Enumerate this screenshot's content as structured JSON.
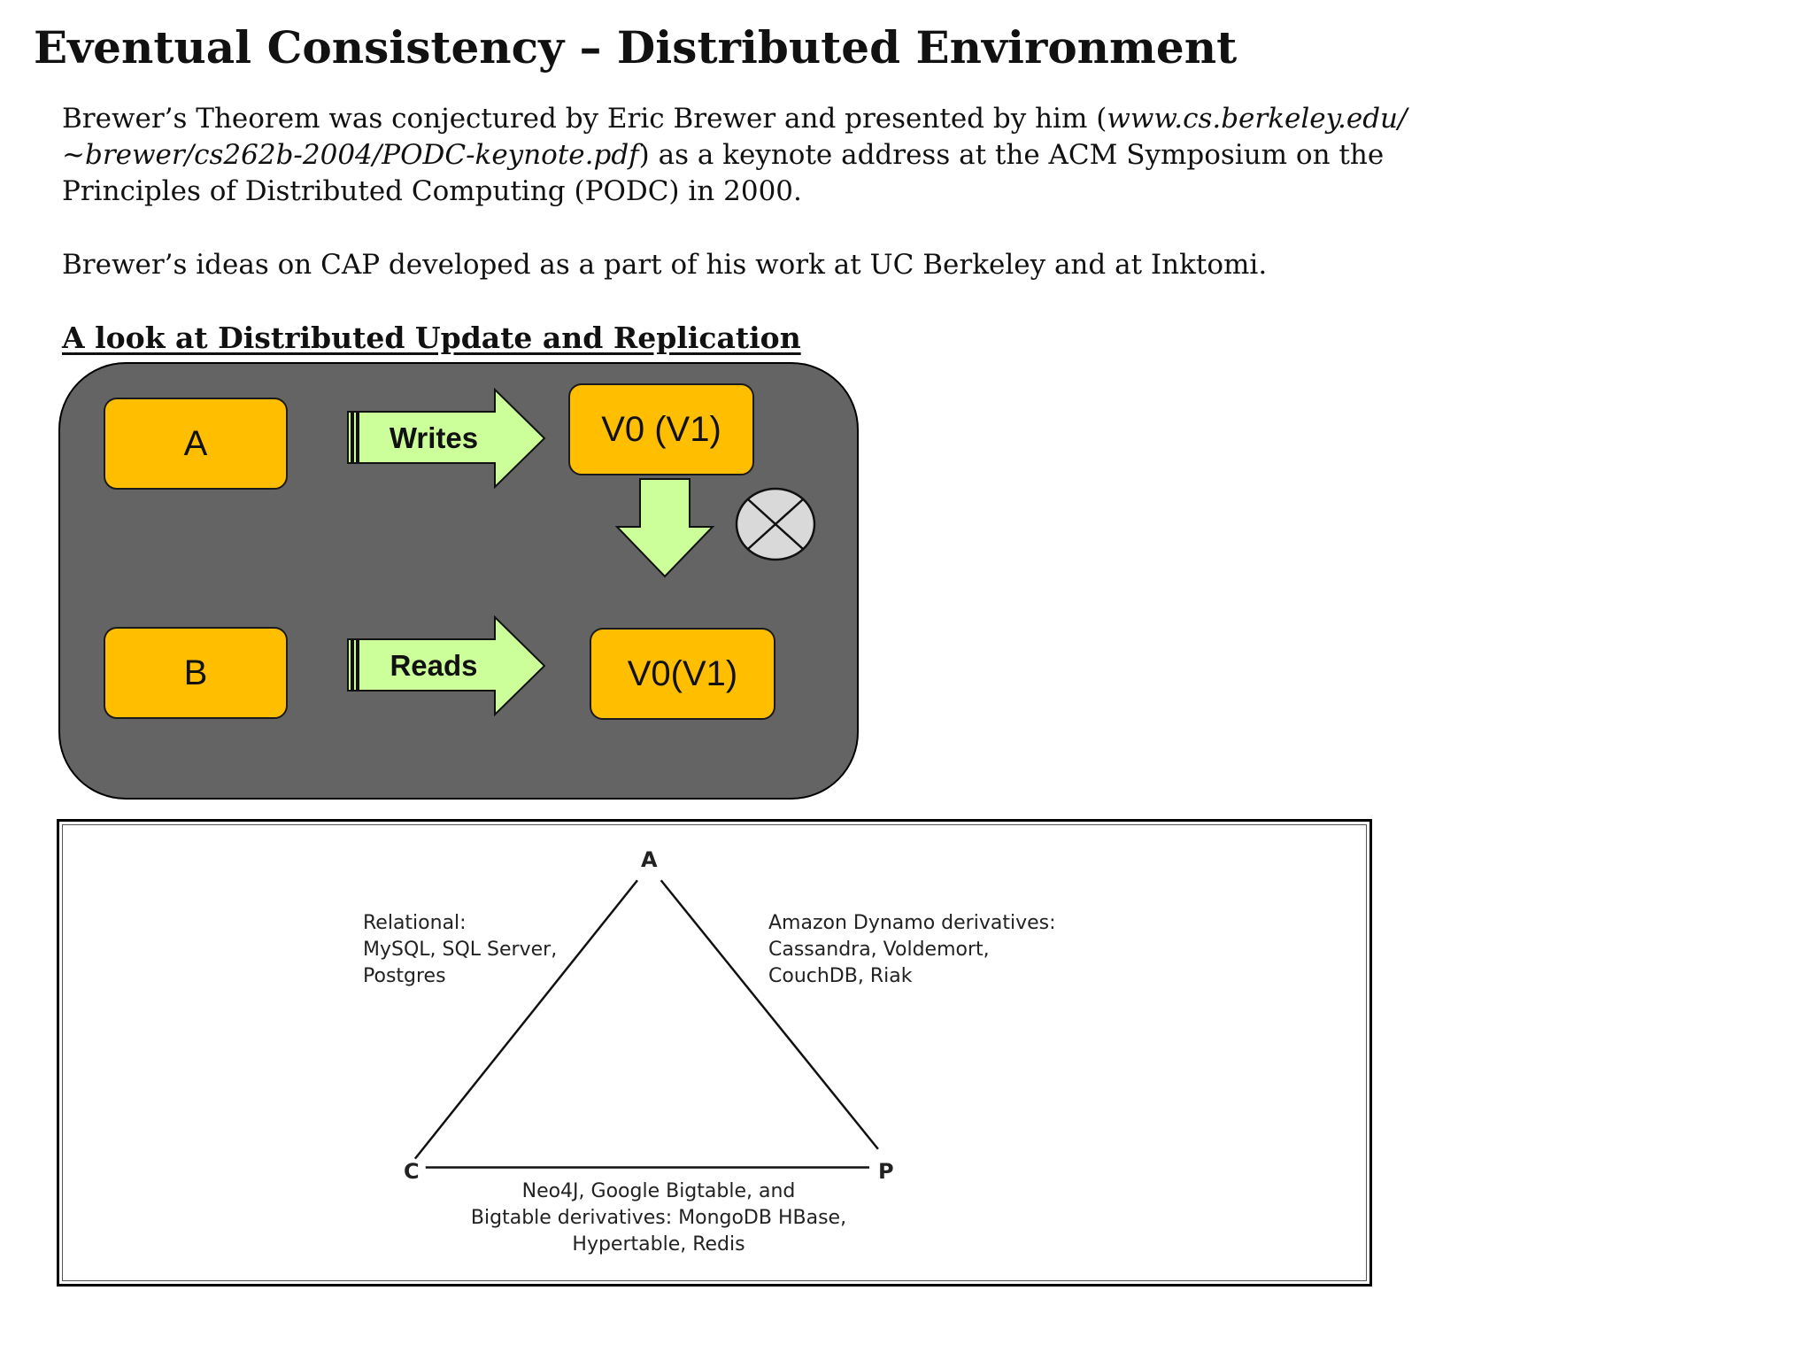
{
  "page": {
    "title": "Eventual Consistency – Distributed Environment",
    "para1": {
      "line1_pre": "Brewer’s Theorem was conjectured by Eric Brewer and presented by him (",
      "line1_url": "www.cs.berkeley.edu/",
      "line2_url": "~brewer/cs262b-2004/PODC-keynote.pdf",
      "line2_post": ") as a keynote address at the ACM Symposium on the",
      "line3": "Principles of Distributed Computing (PODC) in 2000."
    },
    "para2": "Brewer’s ideas on CAP developed as a part of his work at UC Berkeley and at Inktomi.",
    "subheading": "A look at Distributed Update and Replication"
  },
  "replication_diagram": {
    "node_a": "A",
    "node_b": "B",
    "writes_label": "Writes",
    "reads_label": "Reads",
    "store_top": "V0 (V1)",
    "store_bottom": "V0(V1)",
    "colors": {
      "panel": "#646464",
      "node": "#ffbf00",
      "arrow": "#ccff99"
    }
  },
  "cap_triangle": {
    "vertex_a": "A",
    "vertex_c": "C",
    "vertex_p": "P",
    "ca_side": [
      "Relational:",
      "MySQL, SQL Server,",
      "Postgres"
    ],
    "ap_side": [
      "Amazon Dynamo derivatives:",
      "Cassandra, Voldemort,",
      "CouchDB, Riak"
    ],
    "cp_side": [
      "Neo4J, Google Bigtable, and",
      "Bigtable derivatives: MongoDB HBase,",
      "Hypertable, Redis"
    ]
  }
}
